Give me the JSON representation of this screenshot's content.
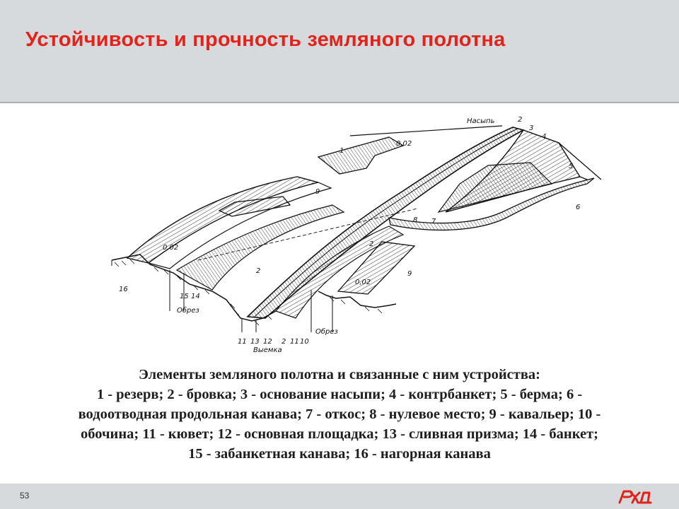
{
  "slide": {
    "title": "Устойчивость и прочность земляного полотна",
    "page_number": "53"
  },
  "diagram": {
    "labels": {
      "nasyp": "Насыпь",
      "vyemka": "Выемка",
      "obrez_left": "Обрез",
      "obrez_right": "Обрез",
      "slope_top": "0,02",
      "slope_left": "0,02",
      "slope_right": "0,02",
      "n1": "1",
      "n2_top": "2",
      "n2_mid": "2",
      "n2_left": "2",
      "n2_bottom": "2",
      "n3": "3",
      "n4": "4",
      "n5": "5",
      "n6": "6",
      "n7": "7",
      "n8": "8",
      "n9_left": "9",
      "n9_right": "9",
      "n10": "10",
      "n11_a": "11",
      "n11_b": "11",
      "n12": "12",
      "n13": "13",
      "n14": "14",
      "n15": "15",
      "n16": "16"
    }
  },
  "caption": {
    "lines": [
      "Элементы земляного полотна и связанные с ним устройства:",
      "1 - резерв; 2 - бровка; 3 - основание насыпи; 4 - контрбанкет; 5 - берма; 6 -",
      "водоотводная продольная канава; 7 - откос; 8 - нулевое место; 9 - кавальер; 10 -",
      "обочина; 11 - кювет; 12 - основная площадка; 13 - сливная призма; 14 - банкет;",
      "15 - забанкетная канава; 16 - нагорная канава"
    ]
  },
  "colors": {
    "title": "#e2231a",
    "header_bg": "#d7dadd",
    "logo": "#e2231a"
  },
  "logo": {
    "name": "rzd-logo"
  }
}
